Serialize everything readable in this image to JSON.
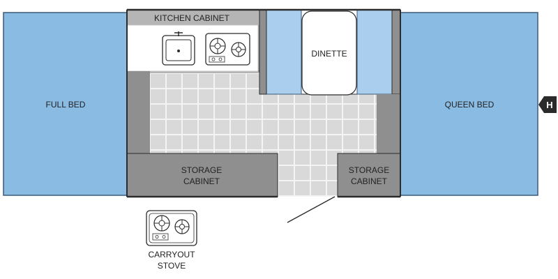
{
  "floorplan": {
    "labels": {
      "kitchen_cabinet": "KITCHEN CABINET",
      "dinette": "DINETTE",
      "full_bed": "FULL BED",
      "queen_bed": "QUEEN BED",
      "storage_left_line1": "STORAGE",
      "storage_left_line2": "CABINET",
      "storage_right_line1": "STORAGE",
      "storage_right_line2": "CABINET",
      "carryout_line1": "CARRYOUT",
      "carryout_line2": "STOVE",
      "hitch_marker": "H"
    },
    "colors": {
      "bed_fill": "#89BBE3",
      "bed_stroke": "#3C5A78",
      "cabinet_fill": "#8F8F8F",
      "cabinet_light": "#B5B5B5",
      "floor_tile": "#D9D9D9",
      "floor_grout": "#F4F4F4",
      "wall": "#2B2B2B",
      "dinette_seat": "#A9CEEE",
      "marker": "#2B2B2B"
    }
  }
}
